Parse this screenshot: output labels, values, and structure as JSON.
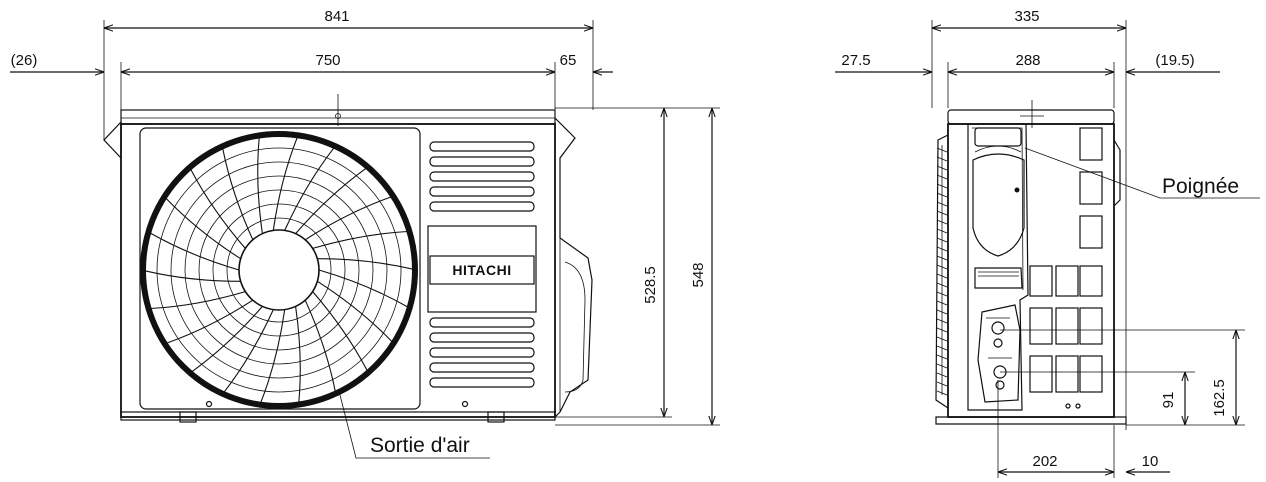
{
  "brand": "HITACHI",
  "labels": {
    "air_outlet": "Sortie d'air",
    "handle": "Poignée"
  },
  "front_view": {
    "overall_width": "841",
    "left_offset": "(26)",
    "body_width": "750",
    "right_offset": "65",
    "body_height": "528.5",
    "overall_height": "548"
  },
  "side_view": {
    "overall_depth": "335",
    "front_offset": "27.5",
    "body_depth": "288",
    "rear_offset": "(19.5)",
    "pipe_height_upper": "162.5",
    "pipe_height_lower": "91",
    "pipe_distance": "202",
    "base_offset": "10"
  }
}
